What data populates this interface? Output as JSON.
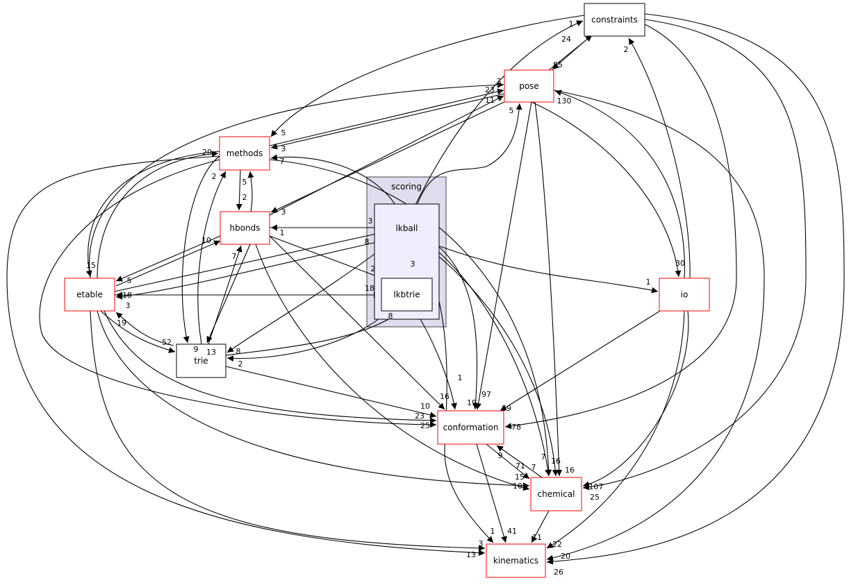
{
  "colors": {
    "dir_border_red": "#ff0000",
    "dir_border_black": "#000000",
    "cluster_fill": "#ddddee",
    "lkball_fill": "#eeeeff"
  },
  "cluster": {
    "label": "scoring"
  },
  "nodes": {
    "constraints": "constraints",
    "pose": "pose",
    "methods": "methods",
    "hbonds": "hbonds",
    "lkball": "lkball",
    "lkbtrie": "lkbtrie",
    "etable": "etable",
    "trie": "trie",
    "io": "io",
    "conformation": "conformation",
    "chemical": "chemical",
    "kinematics": "kinematics"
  },
  "edges": [
    {
      "from": "lkball",
      "to": "constraints",
      "label": "1"
    },
    {
      "from": "constraints",
      "to": "pose",
      "label": "24"
    },
    {
      "from": "pose",
      "to": "constraints",
      "label": "85"
    },
    {
      "from": "io",
      "to": "constraints",
      "label": "2"
    },
    {
      "from": "constraints",
      "to": "methods",
      "label": "5"
    },
    {
      "from": "constraints",
      "to": "conformation",
      "label": "78"
    },
    {
      "from": "constraints",
      "to": "chemical",
      "label": "107"
    },
    {
      "from": "constraints",
      "to": "kinematics",
      "label": "26"
    },
    {
      "from": "etable",
      "to": "pose",
      "label": "3"
    },
    {
      "from": "methods",
      "to": "pose",
      "label": "23"
    },
    {
      "from": "hbonds",
      "to": "pose",
      "label": "11"
    },
    {
      "from": "lkball",
      "to": "pose",
      "label": "5"
    },
    {
      "from": "pose",
      "to": "methods",
      "label": "3"
    },
    {
      "from": "pose",
      "to": "hbonds",
      "label": "3"
    },
    {
      "from": "methods",
      "to": "hbonds",
      "label": "5"
    },
    {
      "from": "hbonds",
      "to": "methods",
      "label": "2"
    },
    {
      "from": "pose",
      "to": "io",
      "label": "30"
    },
    {
      "from": "io",
      "to": "pose",
      "label": "130"
    },
    {
      "from": "pose",
      "to": "conformation",
      "label": "97"
    },
    {
      "from": "pose",
      "to": "chemical",
      "label": "16"
    },
    {
      "from": "pose",
      "to": "kinematics",
      "label": "20"
    },
    {
      "from": "methods",
      "to": "etable",
      "label": "15"
    },
    {
      "from": "etable",
      "to": "methods",
      "label": "20"
    },
    {
      "from": "lkball",
      "to": "methods",
      "label": "7"
    },
    {
      "from": "methods",
      "to": "trie",
      "label": "9"
    },
    {
      "from": "trie",
      "to": "methods",
      "label": "2"
    },
    {
      "from": "methods",
      "to": "conformation",
      "label": "23"
    },
    {
      "from": "methods",
      "to": "chemical",
      "label": "7"
    },
    {
      "from": "methods",
      "to": "kinematics",
      "label": "13"
    },
    {
      "from": "hbonds",
      "to": "etable",
      "label": "5"
    },
    {
      "from": "etable",
      "to": "hbonds",
      "label": "10"
    },
    {
      "from": "hbonds",
      "to": "lkball",
      "label": "3"
    },
    {
      "from": "lkball",
      "to": "hbonds",
      "label": "1"
    },
    {
      "from": "hbonds",
      "to": "lkbtrie",
      "label": "2"
    },
    {
      "from": "hbonds",
      "to": "conformation",
      "label": "16"
    },
    {
      "from": "hbonds",
      "to": "chemical",
      "label": "15"
    },
    {
      "from": "trie",
      "to": "hbonds",
      "label": "7"
    },
    {
      "from": "hbonds",
      "to": "trie",
      "label": "13"
    },
    {
      "from": "etable",
      "to": "lkball",
      "label": "8"
    },
    {
      "from": "etable",
      "to": "lkbtrie",
      "label": "18"
    },
    {
      "from": "lkbtrie",
      "to": "etable",
      "label": "18"
    },
    {
      "from": "lkball",
      "to": "etable",
      "label": "3"
    },
    {
      "from": "lkball",
      "to": "lkbtrie",
      "label": "3"
    },
    {
      "from": "lkball",
      "to": "trie",
      "label": "8"
    },
    {
      "from": "trie",
      "to": "lkbtrie",
      "label": "8"
    },
    {
      "from": "lkbtrie",
      "to": "trie",
      "label": "2"
    },
    {
      "from": "lkball",
      "to": "io",
      "label": "1"
    },
    {
      "from": "lkbtrie",
      "to": "conformation",
      "label": "1"
    },
    {
      "from": "lkball",
      "to": "conformation",
      "label": "19"
    },
    {
      "from": "lkball",
      "to": "chemical",
      "label": "7"
    },
    {
      "from": "lkball",
      "to": "chemical",
      "label": "16"
    },
    {
      "from": "lkball",
      "to": "kinematics",
      "label": "1"
    },
    {
      "from": "etable",
      "to": "trie",
      "label": "52"
    },
    {
      "from": "trie",
      "to": "etable",
      "label": "19"
    },
    {
      "from": "etable",
      "to": "conformation",
      "label": "25"
    },
    {
      "from": "etable",
      "to": "chemical",
      "label": "10"
    },
    {
      "from": "etable",
      "to": "kinematics",
      "label": "3"
    },
    {
      "from": "trie",
      "to": "conformation",
      "label": "10"
    },
    {
      "from": "io",
      "to": "conformation",
      "label": "69"
    },
    {
      "from": "io",
      "to": "chemical",
      "label": "25"
    },
    {
      "from": "io",
      "to": "kinematics",
      "label": "22"
    },
    {
      "from": "conformation",
      "to": "chemical",
      "label": "71"
    },
    {
      "from": "chemical",
      "to": "conformation",
      "label": "9"
    },
    {
      "from": "conformation",
      "to": "kinematics",
      "label": "41"
    },
    {
      "from": "chemical",
      "to": "kinematics",
      "label": "11"
    }
  ]
}
